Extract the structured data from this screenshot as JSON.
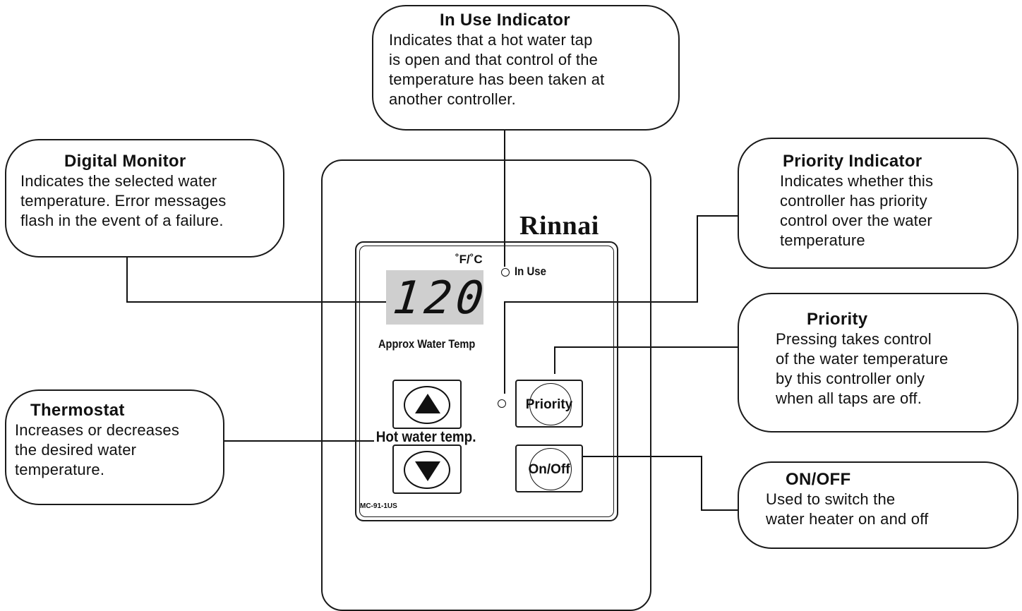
{
  "callouts": {
    "in_use": {
      "title": "In Use Indicator",
      "lines": [
        "Indicates that a hot water tap",
        "is open and that control of the",
        "temperature has been taken at",
        "another controller."
      ]
    },
    "digital_monitor": {
      "title": "Digital Monitor",
      "lines": [
        "Indicates the selected water",
        "temperature. Error messages",
        "flash in the event of a failure."
      ]
    },
    "priority_indicator": {
      "title": "Priority Indicator",
      "lines": [
        "Indicates whether this",
        "controller has priority",
        "control over the water",
        "temperature"
      ]
    },
    "priority": {
      "title": "Priority",
      "lines": [
        "Pressing takes control",
        "of the water temperature",
        "by this controller only",
        "when all taps are off."
      ]
    },
    "thermostat": {
      "title": "Thermostat",
      "lines": [
        "Increases or decreases",
        "the desired water",
        "temperature."
      ]
    },
    "on_off": {
      "title": "ON/OFF",
      "lines": [
        "Used to switch the",
        "water heater on and off"
      ]
    }
  },
  "panel": {
    "brand": "Rinnai",
    "unit_label": "˚F/˚C",
    "in_use_label": "In Use",
    "display_value": "120",
    "approx_label": "Approx Water Temp",
    "hot_water_label": "Hot water temp.",
    "priority_button": "Priority",
    "on_off_button": "On/Off",
    "model": "MC-91-1US"
  }
}
